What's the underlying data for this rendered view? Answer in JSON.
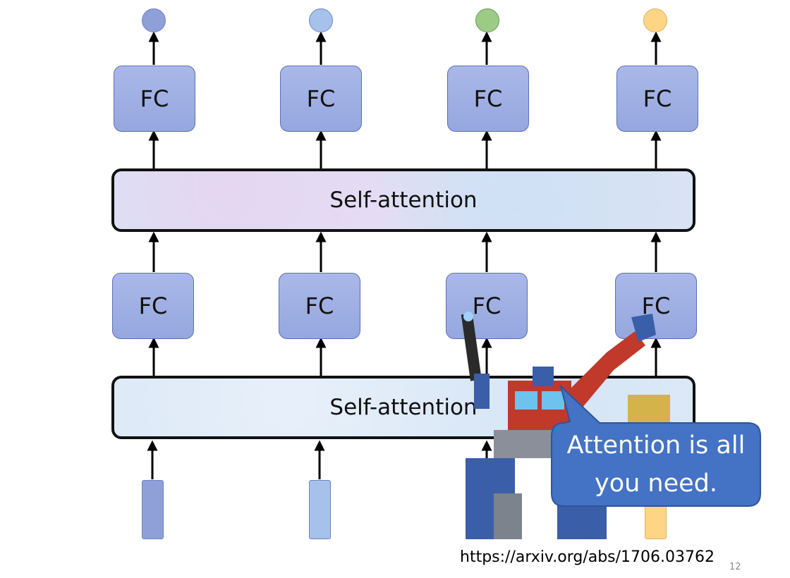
{
  "diagram": {
    "fc_label": "FC",
    "self_attention_label": "Self-attention",
    "output_colors": [
      "#8fa0d8",
      "#a6c2ea",
      "#9ccb86",
      "#fdd584"
    ],
    "input_colors": [
      "#8fa0d8",
      "#a6c2ea",
      "#9ccb86",
      "#fdd584"
    ]
  },
  "callout": {
    "line1": "Attention is all",
    "line2": "you need."
  },
  "footer": {
    "url": "https://arxiv.org/abs/1706.03762",
    "page_number": "12"
  },
  "illustration": {
    "name": "transformer-robot",
    "description_visible": false
  }
}
